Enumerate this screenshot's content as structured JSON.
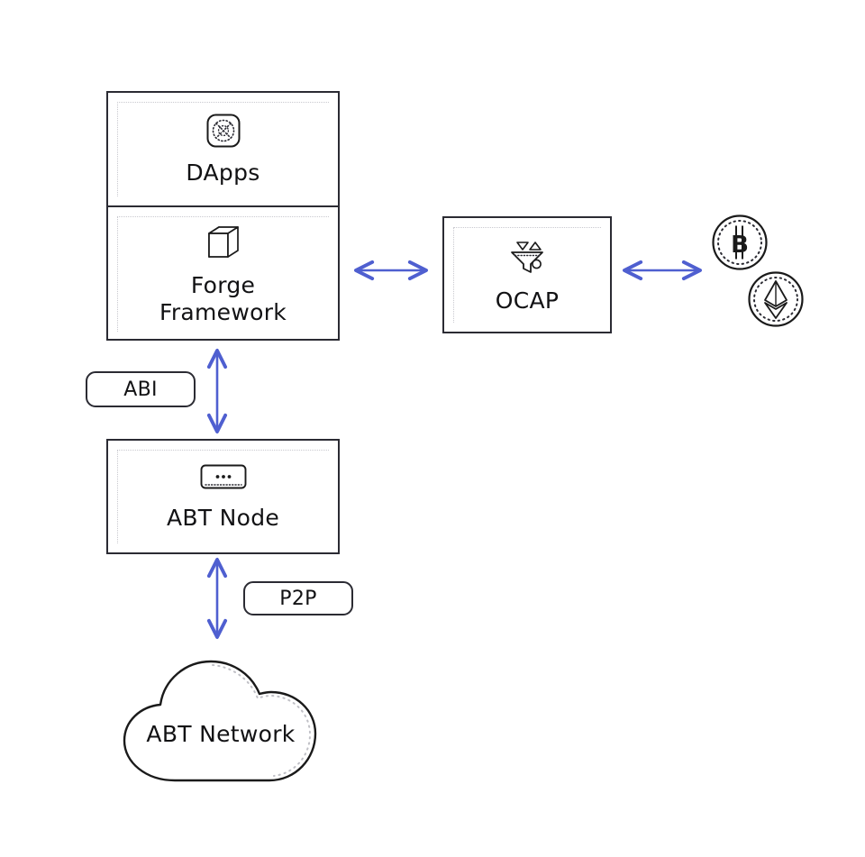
{
  "diagram": {
    "title": "ABT Forge architecture diagram",
    "background_color": "#ffffff",
    "box_border_color": "#2b2b33",
    "dotted_accent_color": "#c9c9cf",
    "arrow_color": "#4f5fd0",
    "text_color": "#121214"
  },
  "stack": {
    "dapps": {
      "label": "DApps",
      "icon": "dapps-network-icon"
    },
    "forge": {
      "label": "Forge\nFramework",
      "label_line1": "Forge",
      "label_line2": "Framework",
      "icon": "cube-icon"
    }
  },
  "ocap": {
    "label": "OCAP",
    "icon": "funnel-filter-icon"
  },
  "node": {
    "label": "ABT Node",
    "icon": "ellipsis-card-icon"
  },
  "network": {
    "label": "ABT Network",
    "icon": "cloud-icon"
  },
  "connectors": {
    "abi": "ABI",
    "p2p": "P2P"
  },
  "chains": [
    {
      "name": "Bitcoin",
      "symbol": "Ƀ",
      "icon": "bitcoin-coin-icon"
    },
    {
      "name": "Ethereum",
      "symbol": "ETH",
      "icon": "ethereum-coin-icon"
    }
  ],
  "arrows": [
    {
      "name": "forge-to-ocap",
      "direction": "bidirectional",
      "orientation": "horizontal"
    },
    {
      "name": "ocap-to-chains",
      "direction": "bidirectional",
      "orientation": "horizontal"
    },
    {
      "name": "forge-to-abt-node",
      "direction": "bidirectional",
      "orientation": "vertical"
    },
    {
      "name": "abt-node-to-abt-network",
      "direction": "bidirectional",
      "orientation": "vertical"
    }
  ]
}
